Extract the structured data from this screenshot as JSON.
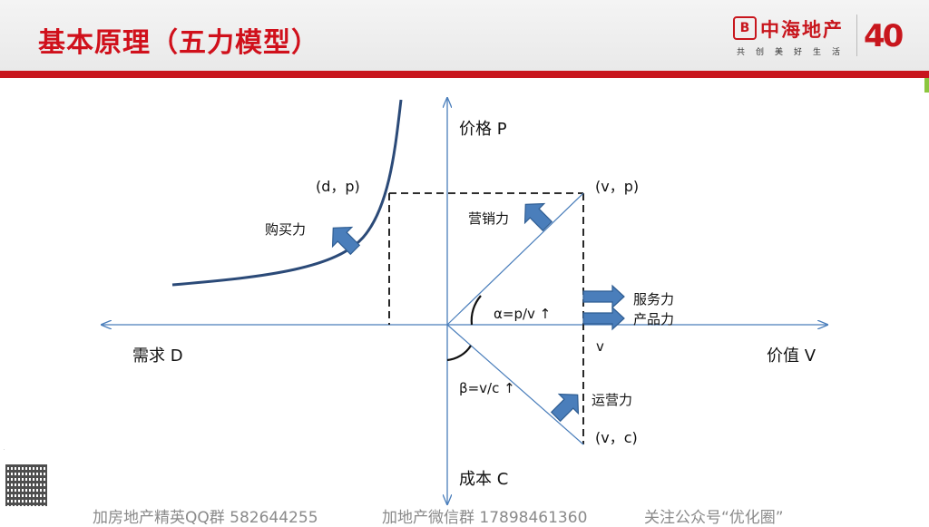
{
  "header": {
    "title": "基本原理（五力模型）",
    "logo_mark": "B",
    "logo_name": "中海地产",
    "logo_sub": "共创美好生活",
    "logo_anniversary": "40",
    "accent_color": "#c8161d"
  },
  "diagram": {
    "axis_price": "价格 P",
    "axis_value": "价值 V",
    "axis_demand": "需求 D",
    "axis_cost": "成本 C",
    "point_dp": "(d，p)",
    "point_vp": "(v，p)",
    "point_vc": "(v，c)",
    "label_v": "v",
    "alpha_formula": "α=p/v ↑",
    "beta_formula": "β=v/c ↑",
    "force_purchasing": "购买力",
    "force_marketing": "营销力",
    "force_service": "服务力",
    "force_product": "产品力",
    "force_operation": "运营力",
    "arrow_color": "#4a7ebb"
  },
  "footer": {
    "group1": "加房地产精英QQ群 582644255",
    "group2": "加地产微信群 17898461360",
    "group3": "关注公众号“优化圈”"
  }
}
